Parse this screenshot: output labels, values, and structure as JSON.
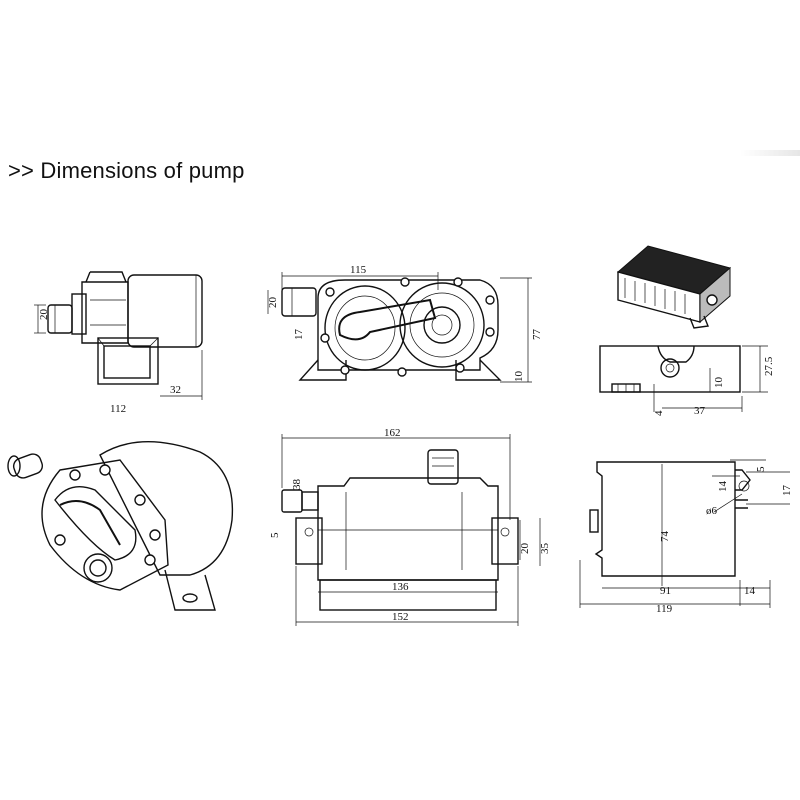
{
  "heading": ">> Dimensions of pump",
  "side_view": {
    "d20": "20",
    "d32": "32",
    "d112": "112"
  },
  "front_view": {
    "d115": "115",
    "d20": "20",
    "d17": "17",
    "d77": "77",
    "d10": "10"
  },
  "iso_view": {},
  "top_view": {
    "d162": "162",
    "d38": "38",
    "d5": "5",
    "d20": "20",
    "d35": "35",
    "d136": "136",
    "d152": "152"
  },
  "small_box": {},
  "small_box_drawing": {
    "d27_5": "27.5",
    "d10": "10",
    "d4": "4",
    "d37": "37"
  },
  "profile_view": {
    "d5": "5",
    "d14a": "14",
    "d17": "17",
    "d6": "ø6",
    "d74": "74",
    "d91": "91",
    "d14b": "14",
    "d119": "119"
  }
}
